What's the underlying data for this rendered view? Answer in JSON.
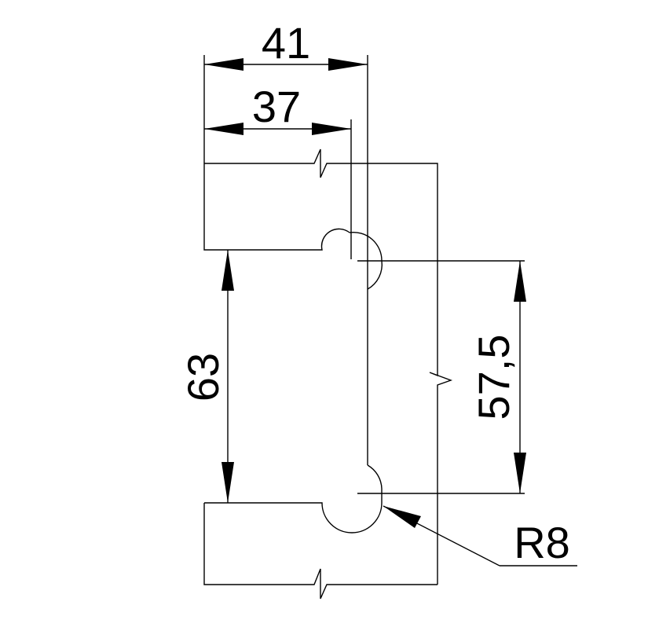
{
  "dimensions": {
    "overall_width": "41",
    "inner_width": "37",
    "hole_spacing": "63",
    "center_spacing": "57,5",
    "radius": "R8"
  },
  "colors": {
    "line": "#000000",
    "background": "#ffffff"
  }
}
